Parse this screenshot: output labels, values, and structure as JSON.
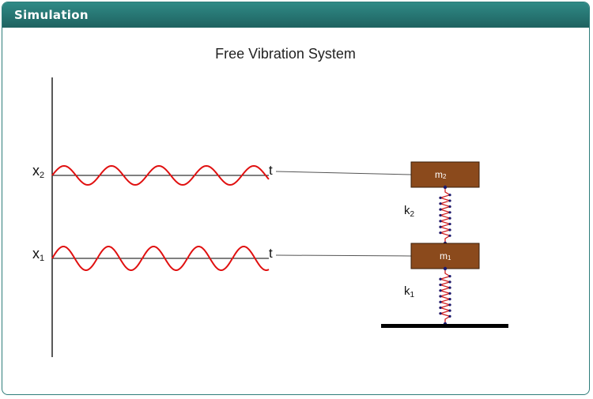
{
  "header": {
    "title": "Simulation"
  },
  "simulation": {
    "title": "Free Vibration System",
    "traces": [
      {
        "axis_label": "x",
        "subscript": "2",
        "time_label": "t",
        "color": "#e01010"
      },
      {
        "axis_label": "x",
        "subscript": "1",
        "time_label": "t",
        "color": "#e01010"
      }
    ],
    "masses": [
      {
        "label": "m",
        "subscript": "2",
        "color": "#8b4a1c"
      },
      {
        "label": "m",
        "subscript": "1",
        "color": "#8b4a1c"
      }
    ],
    "springs": [
      {
        "label": "k",
        "subscript": "2"
      },
      {
        "label": "k",
        "subscript": "1"
      }
    ],
    "colors": {
      "header": "#236b68",
      "wave": "#e01010",
      "mass": "#8b4a1c",
      "spring": "#d02020",
      "spring_node": "#1a1a6e"
    }
  }
}
